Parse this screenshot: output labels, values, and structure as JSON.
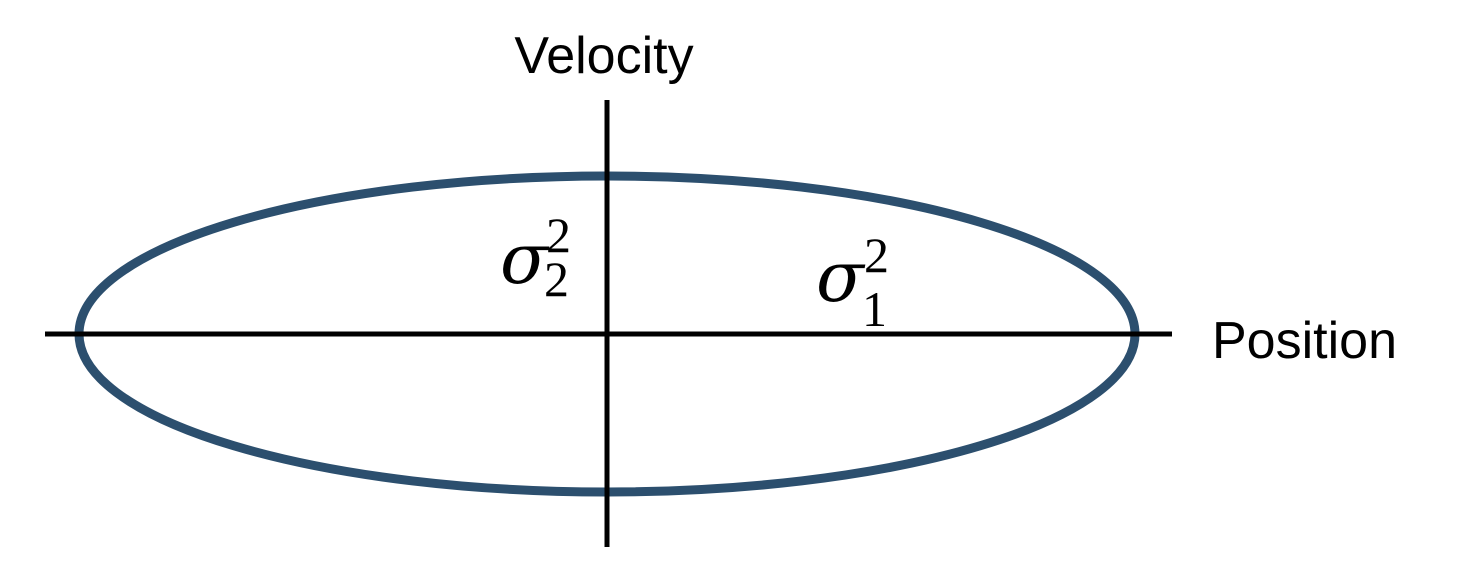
{
  "axes": {
    "x_label": "Position",
    "y_label": "Velocity"
  },
  "ellipse": {
    "stroke_color": "#2c4f6e"
  },
  "annotations": {
    "sigma_symbol": "σ",
    "sigma2_subscript": "2",
    "sigma2_superscript": "2",
    "sigma1_subscript": "1",
    "sigma1_superscript": "2"
  },
  "colors": {
    "axis": "#000000",
    "background": "#ffffff"
  }
}
